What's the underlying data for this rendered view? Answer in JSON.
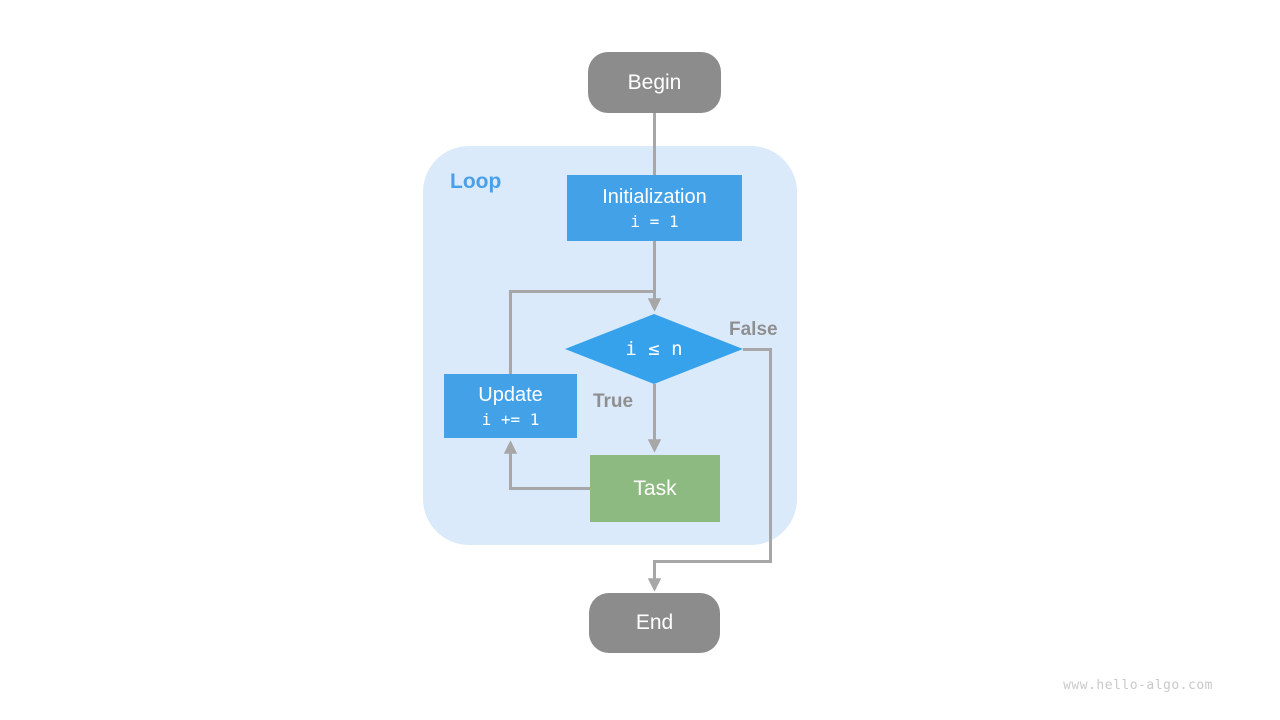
{
  "diagram": {
    "loop_label": "Loop",
    "nodes": {
      "begin": {
        "label": "Begin"
      },
      "init": {
        "title": "Initialization",
        "code": "i = 1"
      },
      "condition": {
        "label": "i ≤ n"
      },
      "update": {
        "title": "Update",
        "code": "i += 1"
      },
      "task": {
        "label": "Task"
      },
      "end": {
        "label": "End"
      }
    },
    "edge_labels": {
      "true": "True",
      "false": "False"
    },
    "colors": {
      "terminal_gray": "#8c8c8c",
      "process_blue": "#43a1e8",
      "condition_blue": "#37a2ec",
      "task_green": "#8dba80",
      "loop_background": "#daeafa",
      "loop_label_blue": "#4aa0e8",
      "arrow_gray": "#a7a7a7",
      "edge_label_gray": "#8f8f8f",
      "watermark_gray": "#c9c9c9"
    }
  },
  "watermark": "www.hello-algo.com"
}
